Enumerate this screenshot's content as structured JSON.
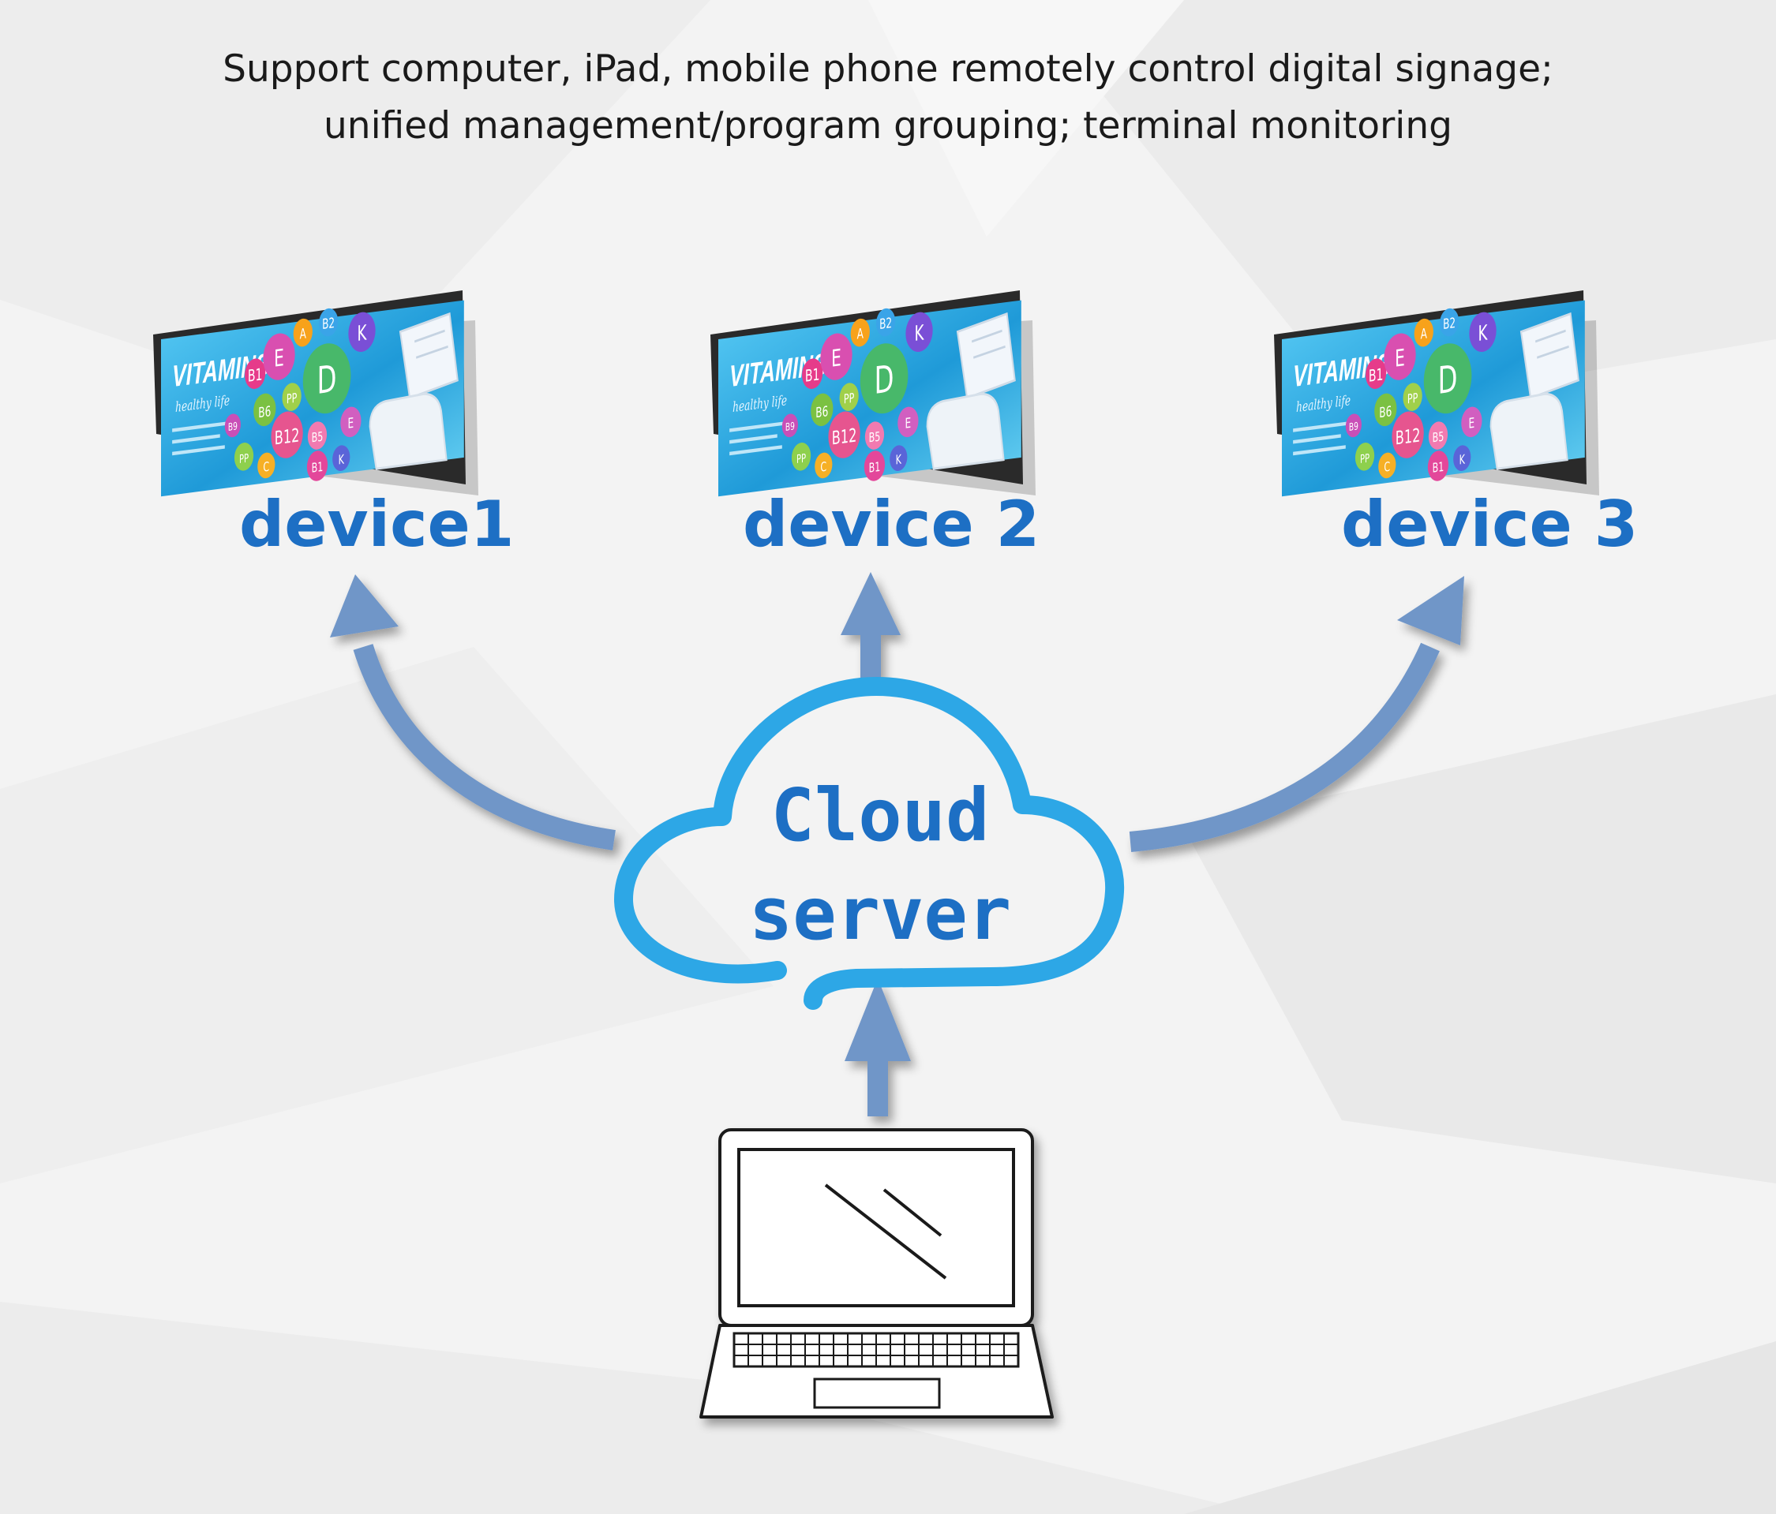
{
  "headline": {
    "line1": "Support computer, iPad, mobile phone remotely control digital signage;",
    "line2": "unified management/program grouping; terminal monitoring"
  },
  "devices": [
    {
      "label": "device1",
      "screen": {
        "brand": "VITAMINS",
        "tagline": "healthy life"
      }
    },
    {
      "label": "device 2",
      "screen": {
        "brand": "VITAMINS",
        "tagline": "healthy life"
      }
    },
    {
      "label": "device 3",
      "screen": {
        "brand": "VITAMINS",
        "tagline": "healthy life"
      }
    }
  ],
  "cloud": {
    "line1": "Cloud",
    "line2": "server"
  },
  "vitamin_balls": [
    "E",
    "A",
    "B2",
    "K",
    "B1",
    "PP",
    "D",
    "B12",
    "B6",
    "B5",
    "E",
    "PP",
    "C",
    "K",
    "B1",
    "B9"
  ],
  "colors": {
    "label_blue": "#1d6fc4",
    "cloud_stroke": "#2da7e6",
    "arrow_blue": "#7096c8",
    "screen_bg": "#27a8e0",
    "bezel": "#2a2a2a"
  },
  "icons": {
    "laptop": "laptop-icon",
    "cloud": "cloud-icon",
    "arrow": "arrow-up-icon"
  }
}
